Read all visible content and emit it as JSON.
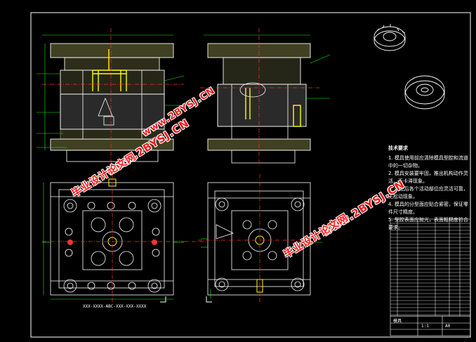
{
  "drawing": {
    "tech_notes_title": "技术要求",
    "tech_notes": [
      "1. 模具使用前应清除模具型腔和流道中的一切杂物。",
      "2. 模具安装要牢固，推出机构动作灵活，无卡滞现象。",
      "3. 装配后各个活动部位应灵活可靠，无松动现象。",
      "4. 模具的分型面应贴合紧密，保证零件尺寸精度。",
      "5. 型腔表面应抛光，表面粗糙度符合要求。"
    ],
    "bottom_label": "XXX-XXXX-ABC-XXX-XXX-XXXX",
    "title_block": {
      "name": "模具",
      "scale": "1:1",
      "sheet": "A0"
    }
  },
  "watermarks": [
    {
      "text": "www.2BYSJ.CN"
    },
    {
      "text": "毕业设计论文网"
    },
    {
      "text": "www.2BYSJ.CN"
    },
    {
      "text": "毕业设计论文网"
    },
    {
      "text": "www.2BYSJ.CN"
    }
  ],
  "colors": {
    "background": "#000000",
    "outline": "#ffffff",
    "dimension": "#00ff00",
    "centerline": "#ff3030",
    "part": "#ffff00",
    "leader": "#00ffff",
    "watermark": "#ff1a1a"
  }
}
